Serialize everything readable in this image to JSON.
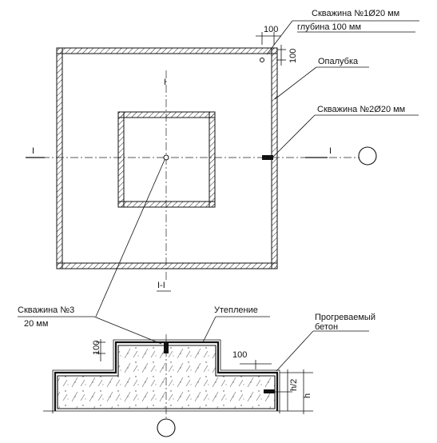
{
  "labels": {
    "well1_title": "Скважина №1Ø20 мм",
    "well1_depth": "глубина 100 мм",
    "formwork": "Опалубка",
    "well2_title": "Скважина №2Ø20 мм",
    "well3_title": "Скважина №3",
    "well3_size": "20 мм",
    "insulation": "Утепление",
    "heated_concrete_1": "Прогреваемый",
    "heated_concrete_2": "бетон",
    "section_name": "I-I",
    "axis_mark_top": "I",
    "axis_mark_left": "I",
    "axis_mark_right": "I"
  },
  "dimensions": {
    "plan_top_horizontal": "100",
    "plan_top_vertical": "100",
    "section_top_height": "100",
    "section_step_width": "100",
    "section_half_height": "h/2",
    "section_full_height": "h"
  }
}
